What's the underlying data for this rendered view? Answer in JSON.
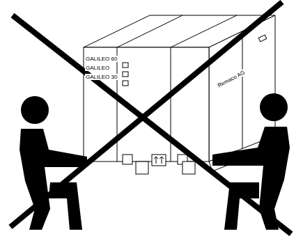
{
  "diagram": {
    "labels": [
      "GALILEO 60",
      "GALILEO",
      "GALILEO 30",
      "Remaco AG"
    ]
  }
}
